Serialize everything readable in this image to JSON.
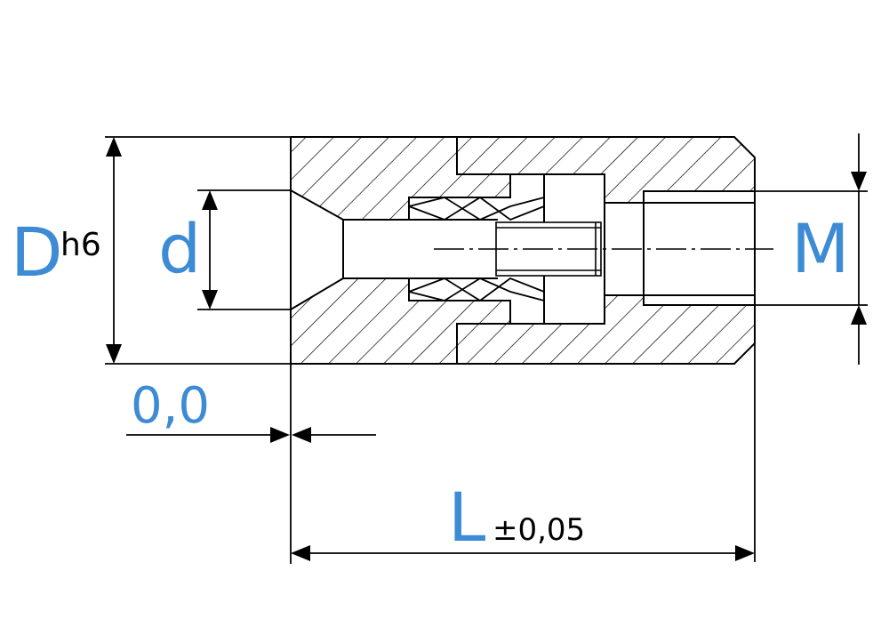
{
  "labels": {
    "D": "D",
    "D_tolerance": "h6",
    "d": "d",
    "M": "M",
    "offset": "0,0",
    "L": "L",
    "L_tolerance": "±0,05"
  },
  "colors": {
    "dimension_letters": "#3d8bd4",
    "lines": "#000000",
    "tolerance_text": "#000000"
  }
}
